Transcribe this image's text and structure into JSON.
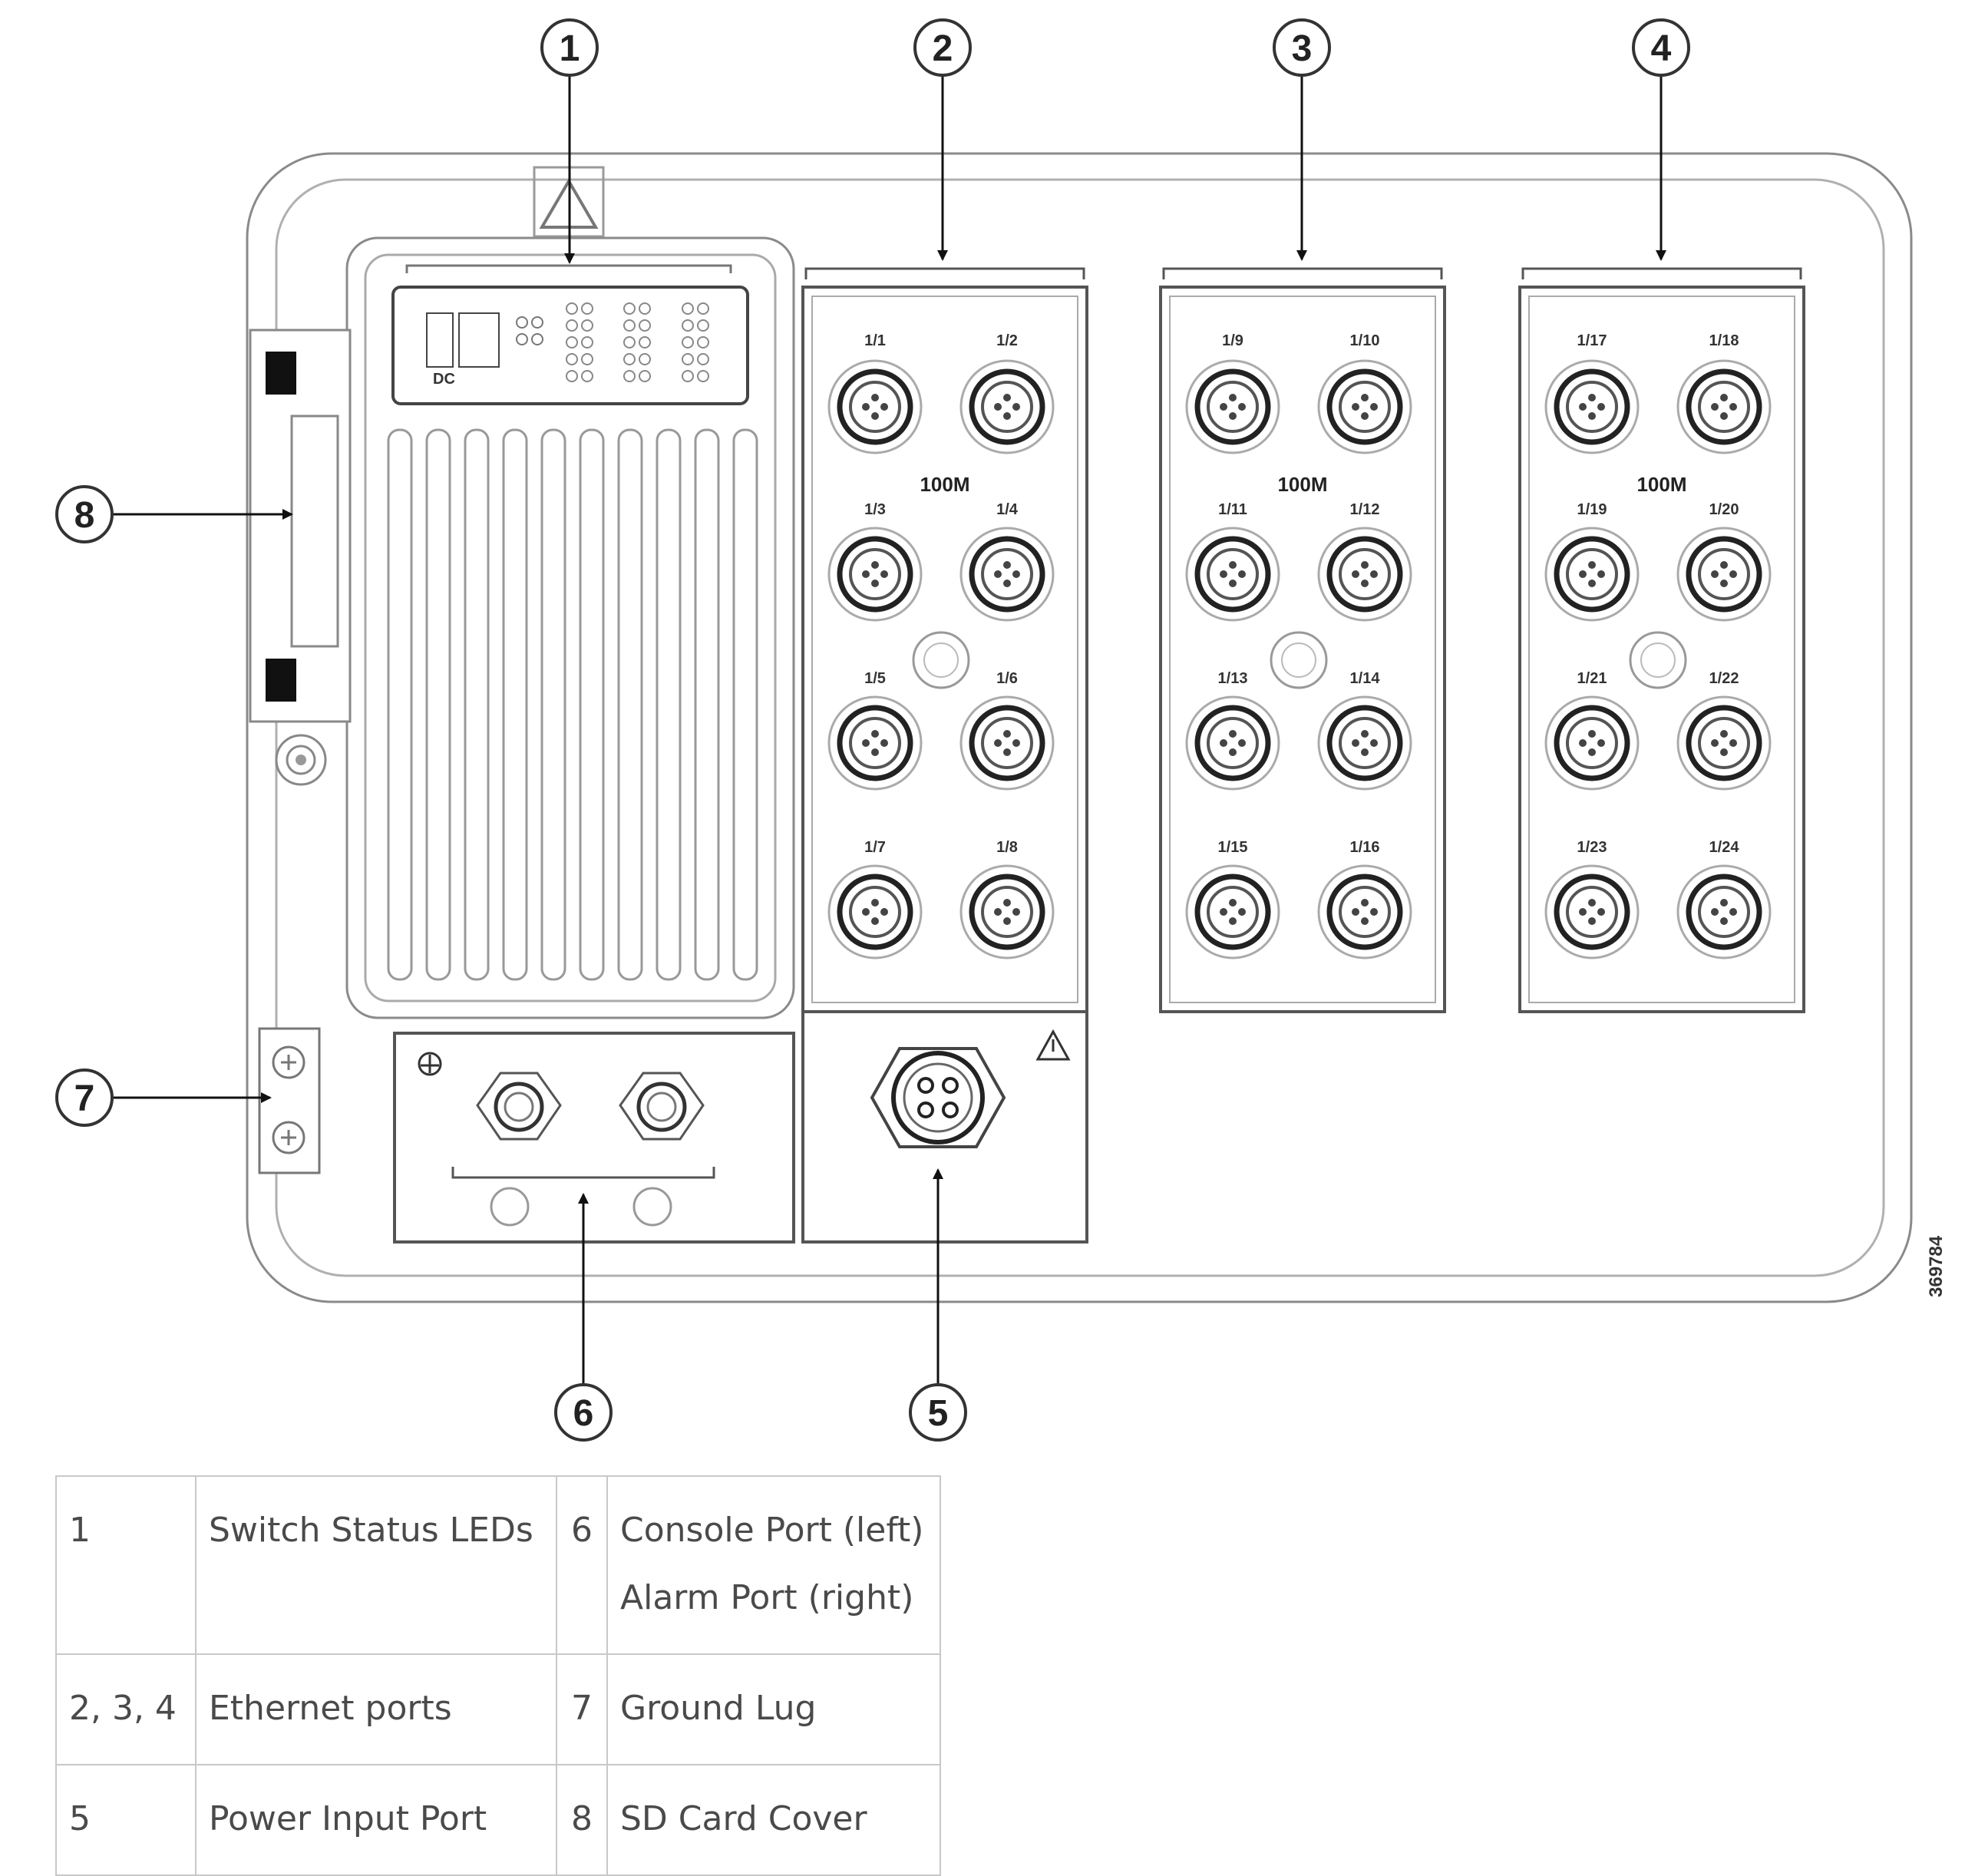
{
  "callouts": [
    "1",
    "2",
    "3",
    "4",
    "5",
    "6",
    "7",
    "8"
  ],
  "panel_markings": {
    "speed_label": "100M",
    "dc_label": "DC",
    "figure_id": "369784",
    "port_groups": [
      [
        "1/1",
        "1/2",
        "1/3",
        "1/4",
        "1/5",
        "1/6",
        "1/7",
        "1/8"
      ],
      [
        "1/9",
        "1/10",
        "1/11",
        "1/12",
        "1/13",
        "1/14",
        "1/15",
        "1/16"
      ],
      [
        "1/17",
        "1/18",
        "1/19",
        "1/20",
        "1/21",
        "1/22",
        "1/23",
        "1/24"
      ]
    ]
  },
  "legend": {
    "rows": [
      {
        "num": "1",
        "desc": "Switch Status LEDs",
        "num2": "6",
        "desc2": [
          "Console Port (left)",
          "Alarm Port (right)"
        ]
      },
      {
        "num": "2, 3, 4",
        "desc": "Ethernet ports",
        "num2": "7",
        "desc2": [
          "Ground Lug"
        ]
      },
      {
        "num": "5",
        "desc": "Power Input Port",
        "num2": "8",
        "desc2": [
          "SD Card Cover"
        ]
      }
    ]
  }
}
